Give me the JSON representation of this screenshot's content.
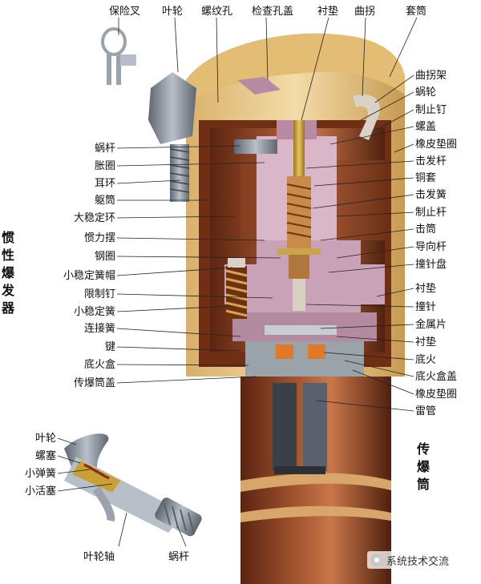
{
  "top_labels": [
    "保险叉",
    "叶轮",
    "螺纹孔",
    "检查孔盖",
    "衬垫",
    "曲拐",
    "套筒"
  ],
  "left_labels": [
    "蜗杆",
    "胀圈",
    "耳环",
    "躯筒",
    "大稳定环",
    "惯力摆",
    "钢圈",
    "小稳定簧帽",
    "限制钉",
    "小稳定簧",
    "连接簧",
    "键",
    "底火盒",
    "传爆筒盖"
  ],
  "right_labels": [
    "曲拐架",
    "蜗轮",
    "制止钉",
    "螺盖",
    "橡皮垫圈",
    "击发杆",
    "铜套",
    "击发簧",
    "制止杆",
    "击筒",
    "导向杆",
    "撞针盘",
    "衬垫",
    "撞针",
    "金属片",
    "衬垫",
    "底火",
    "底火盒盖",
    "橡皮垫圈",
    "雷管"
  ],
  "side_left": "惯性爆发器",
  "side_right": "传爆筒",
  "inset_labels": [
    "叶轮",
    "螺塞",
    "小弹簧",
    "小活塞"
  ],
  "inset_bottom_labels": [
    "叶轮轴",
    "蜗杆"
  ],
  "watermark": "系统技术交流",
  "colors": {
    "casing": "#e8c68a",
    "copper": "#7a3a1c",
    "pink": "#c9a2b8",
    "steel": "#8e97a3",
    "brass": "#c8a035"
  }
}
